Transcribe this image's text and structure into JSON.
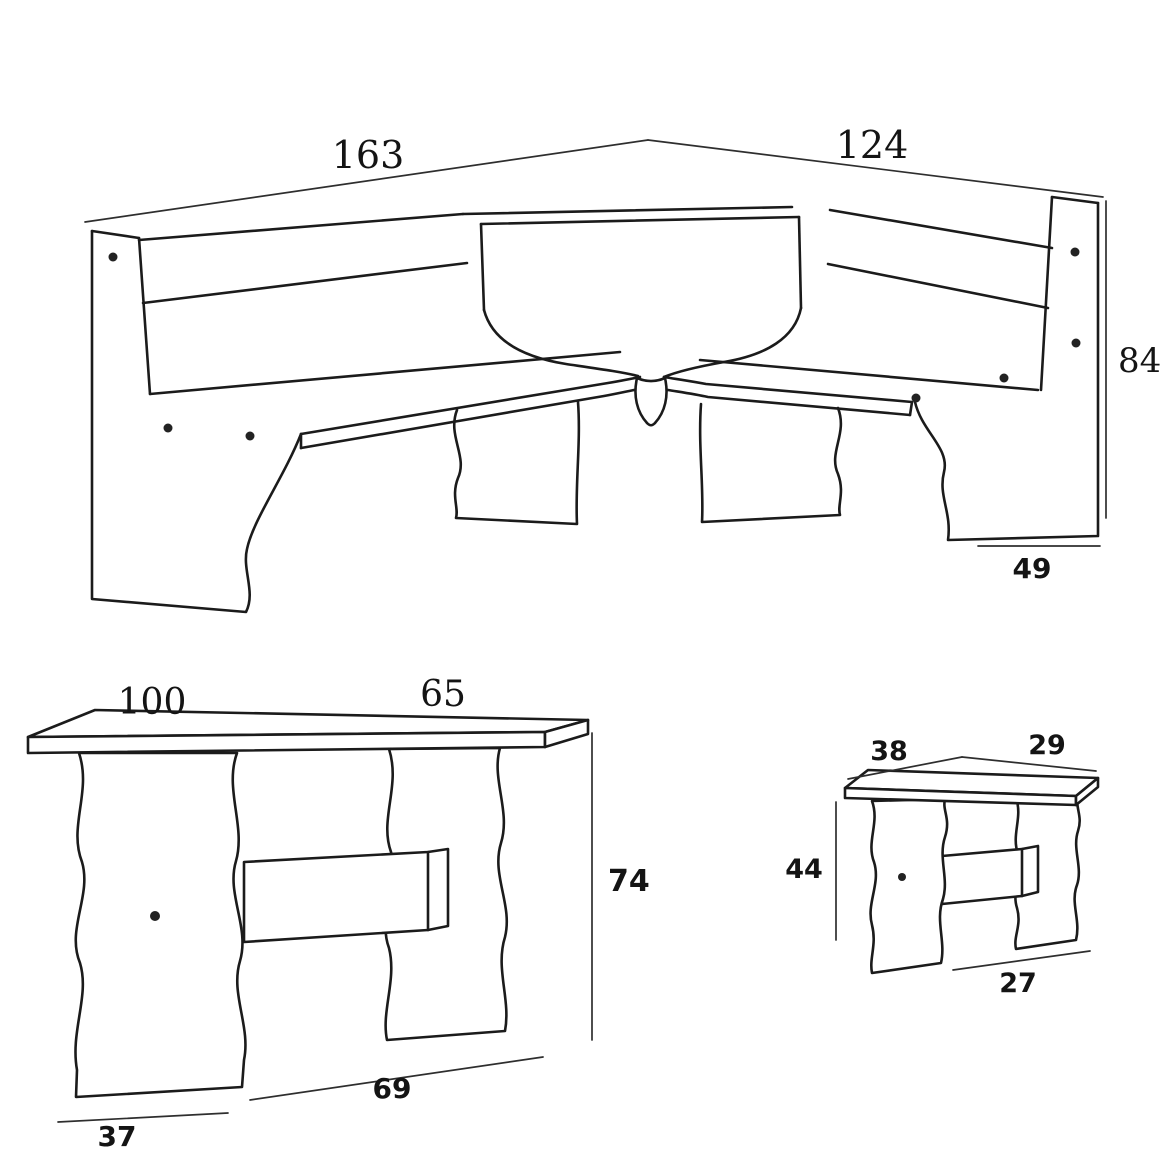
{
  "corner_bench": {
    "left_length": "163",
    "right_length": "124",
    "height": "84",
    "side_depth": "49"
  },
  "table": {
    "length": "100",
    "width": "65",
    "height": "74",
    "base_span": "69",
    "leg_width": "37"
  },
  "stool": {
    "length": "38",
    "width": "29",
    "height": "44",
    "base_span": "27"
  }
}
